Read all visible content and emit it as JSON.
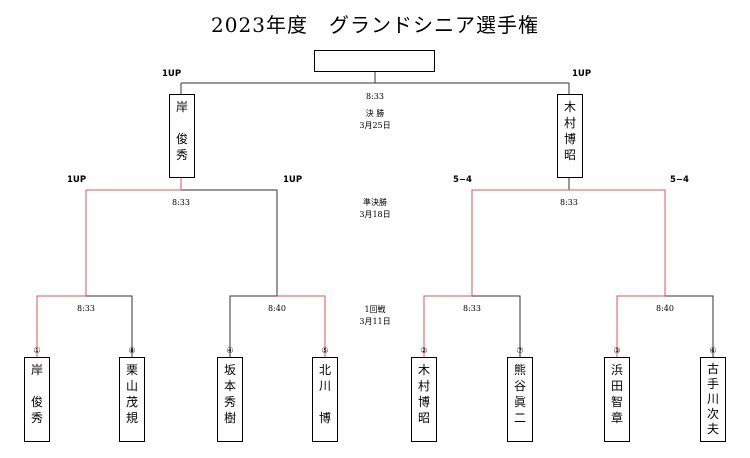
{
  "title": "2023年度　グランドシニア選手権",
  "colors": {
    "winner_line": "#e05555",
    "line": "#333333"
  },
  "rounds": {
    "final": {
      "time": "8:33",
      "name": "決 勝",
      "date": "3月25日"
    },
    "semifinal": {
      "name": "準決勝",
      "date": "3月18日"
    },
    "first": {
      "name": "1回戦",
      "date": "3月11日"
    }
  },
  "final_scores": {
    "left": "1UP",
    "right": "1UP"
  },
  "finalists": {
    "left": "岸　俊秀",
    "right": "木村博昭"
  },
  "semifinal_matches": [
    {
      "time": "8:33",
      "score_left": "1UP",
      "score_right": "1UP"
    },
    {
      "time": "8:33",
      "score_left": "5−4",
      "score_right": "5−4"
    }
  ],
  "first_matches": [
    {
      "time": "8:33"
    },
    {
      "time": "8:40"
    },
    {
      "time": "8:33"
    },
    {
      "time": "8:40"
    }
  ],
  "players": [
    {
      "seed": "①",
      "name": "岸　俊秀"
    },
    {
      "seed": "⑧",
      "name": "栗山茂規"
    },
    {
      "seed": "④",
      "name": "坂本秀樹"
    },
    {
      "seed": "⑤",
      "name": "北川　博"
    },
    {
      "seed": "②",
      "name": "木村博昭"
    },
    {
      "seed": "⑦",
      "name": "熊谷眞二"
    },
    {
      "seed": "③",
      "name": "浜田智章"
    },
    {
      "seed": "⑥",
      "name": "古手川次夫"
    }
  ]
}
